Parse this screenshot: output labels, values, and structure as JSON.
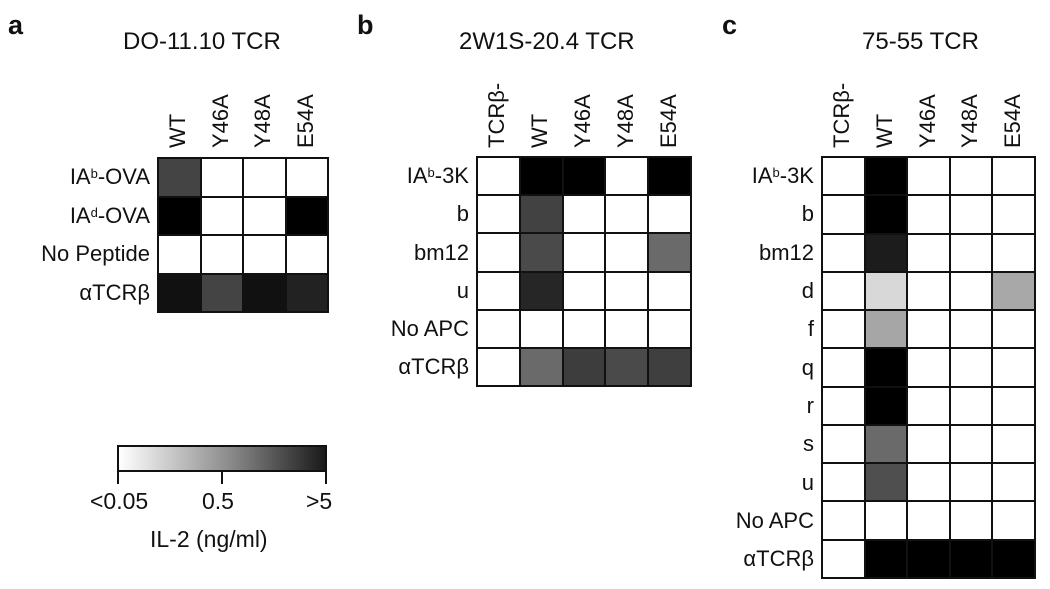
{
  "chart_data": [
    {
      "type": "heatmap",
      "panel": "a",
      "title": "DO-11.10 TCR",
      "columns": [
        "WT",
        "Y46A",
        "Y48A",
        "E54A"
      ],
      "rows": [
        "IA^b-OVA",
        "IA^d-OVA",
        "No Peptide",
        "αTCRβ"
      ],
      "colors": [
        [
          "#444444",
          "#ffffff",
          "#ffffff",
          "#ffffff"
        ],
        [
          "#000000",
          "#ffffff",
          "#ffffff",
          "#000000"
        ],
        [
          "#ffffff",
          "#ffffff",
          "#ffffff",
          "#ffffff"
        ],
        [
          "#111111",
          "#444444",
          "#111111",
          "#222222"
        ]
      ],
      "values_ng_ml_approx": [
        [
          2.5,
          0.05,
          0.05,
          0.05
        ],
        [
          5,
          0.05,
          0.05,
          5
        ],
        [
          0.05,
          0.05,
          0.05,
          0.05
        ],
        [
          4.5,
          2.5,
          4.5,
          4
        ]
      ]
    },
    {
      "type": "heatmap",
      "panel": "b",
      "title": "2W1S-20.4 TCR",
      "columns": [
        "TCRβ-",
        "WT",
        "Y46A",
        "Y48A",
        "E54A"
      ],
      "rows": [
        "IA^b-3K",
        "b",
        "bm12",
        "u",
        "No APC",
        "αTCRβ"
      ],
      "colors": [
        [
          "#ffffff",
          "#000000",
          "#000000",
          "#ffffff",
          "#000000"
        ],
        [
          "#ffffff",
          "#424242",
          "#ffffff",
          "#ffffff",
          "#ffffff"
        ],
        [
          "#ffffff",
          "#4a4a4a",
          "#ffffff",
          "#ffffff",
          "#6a6a6a"
        ],
        [
          "#ffffff",
          "#262626",
          "#ffffff",
          "#ffffff",
          "#ffffff"
        ],
        [
          "#ffffff",
          "#ffffff",
          "#ffffff",
          "#ffffff",
          "#ffffff"
        ],
        [
          "#ffffff",
          "#6a6a6a",
          "#3d3d3d",
          "#4a4a4a",
          "#3f3f3f"
        ]
      ],
      "values_ng_ml_approx": [
        [
          0.05,
          5,
          5,
          0.05,
          5
        ],
        [
          0.05,
          2.7,
          0.05,
          0.05,
          0.05
        ],
        [
          0.05,
          2.3,
          0.05,
          0.05,
          1.5
        ],
        [
          0.05,
          3.8,
          0.05,
          0.05,
          0.05
        ],
        [
          0.05,
          0.05,
          0.05,
          0.05,
          0.05
        ],
        [
          0.05,
          1.5,
          3,
          2.4,
          2.9
        ]
      ]
    },
    {
      "type": "heatmap",
      "panel": "c",
      "title": "75-55 TCR",
      "columns": [
        "TCRβ-",
        "WT",
        "Y46A",
        "Y48A",
        "E54A"
      ],
      "rows": [
        "IA^b-3K",
        "b",
        "bm12",
        "d",
        "f",
        "q",
        "r",
        "s",
        "u",
        "No APC",
        "αTCRβ"
      ],
      "colors": [
        [
          "#ffffff",
          "#000000",
          "#ffffff",
          "#ffffff",
          "#ffffff"
        ],
        [
          "#ffffff",
          "#000000",
          "#ffffff",
          "#ffffff",
          "#ffffff"
        ],
        [
          "#ffffff",
          "#1c1c1c",
          "#ffffff",
          "#ffffff",
          "#ffffff"
        ],
        [
          "#ffffff",
          "#d8d8d8",
          "#ffffff",
          "#ffffff",
          "#a8a8a8"
        ],
        [
          "#ffffff",
          "#a6a6a6",
          "#ffffff",
          "#ffffff",
          "#ffffff"
        ],
        [
          "#ffffff",
          "#000000",
          "#ffffff",
          "#ffffff",
          "#ffffff"
        ],
        [
          "#ffffff",
          "#000000",
          "#ffffff",
          "#ffffff",
          "#ffffff"
        ],
        [
          "#ffffff",
          "#6a6a6a",
          "#ffffff",
          "#ffffff",
          "#ffffff"
        ],
        [
          "#ffffff",
          "#4f4f4f",
          "#ffffff",
          "#ffffff",
          "#ffffff"
        ],
        [
          "#ffffff",
          "#ffffff",
          "#ffffff",
          "#ffffff",
          "#ffffff"
        ],
        [
          "#ffffff",
          "#000000",
          "#000000",
          "#000000",
          "#000000"
        ]
      ],
      "values_ng_ml_approx": [
        [
          0.05,
          5,
          0.05,
          0.05,
          0.05
        ],
        [
          0.05,
          5,
          0.05,
          0.05,
          0.05
        ],
        [
          0.05,
          4.3,
          0.05,
          0.05,
          0.05
        ],
        [
          0.05,
          0.15,
          0.05,
          0.05,
          0.4
        ],
        [
          0.05,
          0.4,
          0.05,
          0.05,
          0.05
        ],
        [
          0.05,
          5,
          0.05,
          0.05,
          0.05
        ],
        [
          0.05,
          5,
          0.05,
          0.05,
          0.05
        ],
        [
          0.05,
          1.5,
          0.05,
          0.05,
          0.05
        ],
        [
          0.05,
          2.3,
          0.05,
          0.05,
          0.05
        ],
        [
          0.05,
          0.05,
          0.05,
          0.05,
          0.05
        ],
        [
          0.05,
          5,
          5,
          5,
          5
        ]
      ]
    }
  ],
  "panels": {
    "a": {
      "letter": "a",
      "title": "DO-11.10 TCR",
      "columns": [
        "WT",
        "Y46A",
        "Y48A",
        "E54A"
      ],
      "rows": [
        {
          "main": "IA",
          "sup": "b",
          "rest": "-OVA"
        },
        {
          "main": "IA",
          "sup": "d",
          "rest": "-OVA"
        },
        {
          "main": "No Peptide",
          "sup": "",
          "rest": ""
        },
        {
          "main": "αTCRβ",
          "sup": "",
          "rest": ""
        }
      ]
    },
    "b": {
      "letter": "b",
      "title": "2W1S-20.4 TCR",
      "columns": [
        "TCRβ-",
        "WT",
        "Y46A",
        "Y48A",
        "E54A"
      ],
      "rows": [
        {
          "main": "IA",
          "sup": "b",
          "rest": "-3K"
        },
        {
          "main": "b",
          "sup": "",
          "rest": ""
        },
        {
          "main": "bm12",
          "sup": "",
          "rest": ""
        },
        {
          "main": "u",
          "sup": "",
          "rest": ""
        },
        {
          "main": "No APC",
          "sup": "",
          "rest": ""
        },
        {
          "main": "αTCRβ",
          "sup": "",
          "rest": ""
        }
      ]
    },
    "c": {
      "letter": "c",
      "title": "75-55 TCR",
      "columns": [
        "TCRβ-",
        "WT",
        "Y46A",
        "Y48A",
        "E54A"
      ],
      "rows": [
        {
          "main": "IA",
          "sup": "b",
          "rest": "-3K"
        },
        {
          "main": "b",
          "sup": "",
          "rest": ""
        },
        {
          "main": "bm12",
          "sup": "",
          "rest": ""
        },
        {
          "main": "d",
          "sup": "",
          "rest": ""
        },
        {
          "main": "f",
          "sup": "",
          "rest": ""
        },
        {
          "main": "q",
          "sup": "",
          "rest": ""
        },
        {
          "main": "r",
          "sup": "",
          "rest": ""
        },
        {
          "main": "s",
          "sup": "",
          "rest": ""
        },
        {
          "main": "u",
          "sup": "",
          "rest": ""
        },
        {
          "main": "No APC",
          "sup": "",
          "rest": ""
        },
        {
          "main": "αTCRβ",
          "sup": "",
          "rest": ""
        }
      ]
    }
  },
  "colorbar": {
    "title": "IL-2 (ng/ml)",
    "ticks": [
      "<0.05",
      "0.5",
      ">5"
    ],
    "low_color": "#ffffff",
    "high_color": "#1a1a1a"
  }
}
